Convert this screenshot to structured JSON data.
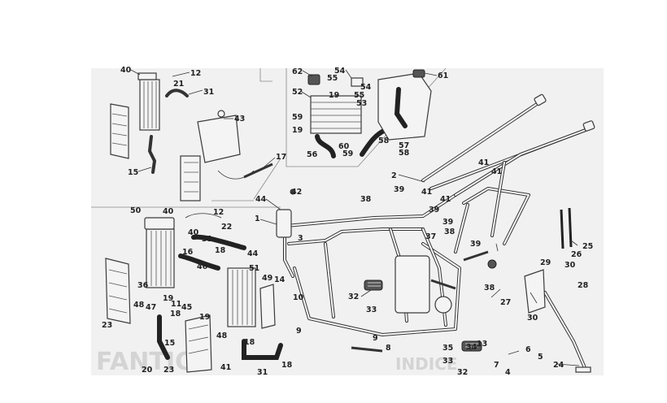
{
  "watermark": {
    "brand": "FANTIC",
    "page_text": "INDICE"
  },
  "callouts": [
    {
      "id": "c40a",
      "label": "40"
    },
    {
      "id": "c12a",
      "label": "12"
    },
    {
      "id": "c21",
      "label": "21"
    },
    {
      "id": "c31a",
      "label": "31"
    },
    {
      "id": "c43",
      "label": "43"
    },
    {
      "id": "c17",
      "label": "17"
    },
    {
      "id": "c15a",
      "label": "15"
    },
    {
      "id": "c62",
      "label": "62"
    },
    {
      "id": "c54a",
      "label": "54"
    },
    {
      "id": "c55a",
      "label": "55"
    },
    {
      "id": "c54b",
      "label": "54"
    },
    {
      "id": "c61",
      "label": "61"
    },
    {
      "id": "c52",
      "label": "52"
    },
    {
      "id": "c19a",
      "label": "19"
    },
    {
      "id": "c55b",
      "label": "55"
    },
    {
      "id": "c53",
      "label": "53"
    },
    {
      "id": "c59a",
      "label": "59"
    },
    {
      "id": "c19b",
      "label": "19"
    },
    {
      "id": "c58a",
      "label": "58"
    },
    {
      "id": "c60",
      "label": "60"
    },
    {
      "id": "c57",
      "label": "57"
    },
    {
      "id": "c56",
      "label": "56"
    },
    {
      "id": "c59b",
      "label": "59"
    },
    {
      "id": "c58b",
      "label": "58"
    },
    {
      "id": "c2",
      "label": "2"
    },
    {
      "id": "c41a",
      "label": "41"
    },
    {
      "id": "c41b",
      "label": "41"
    },
    {
      "id": "c41c",
      "label": "41"
    },
    {
      "id": "c41d",
      "label": "41"
    },
    {
      "id": "c42",
      "label": "42"
    },
    {
      "id": "c38a",
      "label": "38"
    },
    {
      "id": "c39a",
      "label": "39"
    },
    {
      "id": "c44a",
      "label": "44"
    },
    {
      "id": "c39b",
      "label": "39"
    },
    {
      "id": "c1",
      "label": "1"
    },
    {
      "id": "c37",
      "label": "37"
    },
    {
      "id": "c38b",
      "label": "38"
    },
    {
      "id": "c39c",
      "label": "39"
    },
    {
      "id": "c3",
      "label": "3"
    },
    {
      "id": "c25",
      "label": "25"
    },
    {
      "id": "c26",
      "label": "26"
    },
    {
      "id": "c44b",
      "label": "44"
    },
    {
      "id": "c51",
      "label": "51"
    },
    {
      "id": "c39d",
      "label": "39"
    },
    {
      "id": "c29",
      "label": "29"
    },
    {
      "id": "c30a",
      "label": "30"
    },
    {
      "id": "c38c",
      "label": "38"
    },
    {
      "id": "c28",
      "label": "28"
    },
    {
      "id": "c49",
      "label": "49"
    },
    {
      "id": "c14",
      "label": "14"
    },
    {
      "id": "c32a",
      "label": "32"
    },
    {
      "id": "c27",
      "label": "27"
    },
    {
      "id": "c10",
      "label": "10"
    },
    {
      "id": "c33a",
      "label": "33"
    },
    {
      "id": "c30b",
      "label": "30"
    },
    {
      "id": "c9a",
      "label": "9"
    },
    {
      "id": "c9b",
      "label": "9"
    },
    {
      "id": "c8",
      "label": "8"
    },
    {
      "id": "c35",
      "label": "35"
    },
    {
      "id": "c13",
      "label": "13"
    },
    {
      "id": "c34",
      "label": "34"
    },
    {
      "id": "c6",
      "label": "6"
    },
    {
      "id": "c33b",
      "label": "33"
    },
    {
      "id": "c7",
      "label": "7"
    },
    {
      "id": "c5",
      "label": "5"
    },
    {
      "id": "c32b",
      "label": "32"
    },
    {
      "id": "c4",
      "label": "4"
    },
    {
      "id": "c24",
      "label": "24"
    },
    {
      "id": "c50",
      "label": "50"
    },
    {
      "id": "c40b",
      "label": "40"
    },
    {
      "id": "c12b",
      "label": "12"
    },
    {
      "id": "c22",
      "label": "22"
    },
    {
      "id": "c40c",
      "label": "40"
    },
    {
      "id": "c31b",
      "label": "31"
    },
    {
      "id": "c18a",
      "label": "18"
    },
    {
      "id": "c16",
      "label": "16"
    },
    {
      "id": "c46",
      "label": "46"
    },
    {
      "id": "c36",
      "label": "36"
    },
    {
      "id": "c48a",
      "label": "48"
    },
    {
      "id": "c47",
      "label": "47"
    },
    {
      "id": "c19c",
      "label": "19"
    },
    {
      "id": "c11",
      "label": "11"
    },
    {
      "id": "c45",
      "label": "45"
    },
    {
      "id": "c18b",
      "label": "18"
    },
    {
      "id": "c19d",
      "label": "19"
    },
    {
      "id": "c23a",
      "label": "23"
    },
    {
      "id": "c48b",
      "label": "48"
    },
    {
      "id": "c15b",
      "label": "15"
    },
    {
      "id": "c18c",
      "label": "18"
    },
    {
      "id": "c18d",
      "label": "18"
    },
    {
      "id": "c20",
      "label": "20"
    },
    {
      "id": "c23b",
      "label": "23"
    },
    {
      "id": "c41e",
      "label": "41"
    },
    {
      "id": "c31c",
      "label": "31"
    }
  ]
}
